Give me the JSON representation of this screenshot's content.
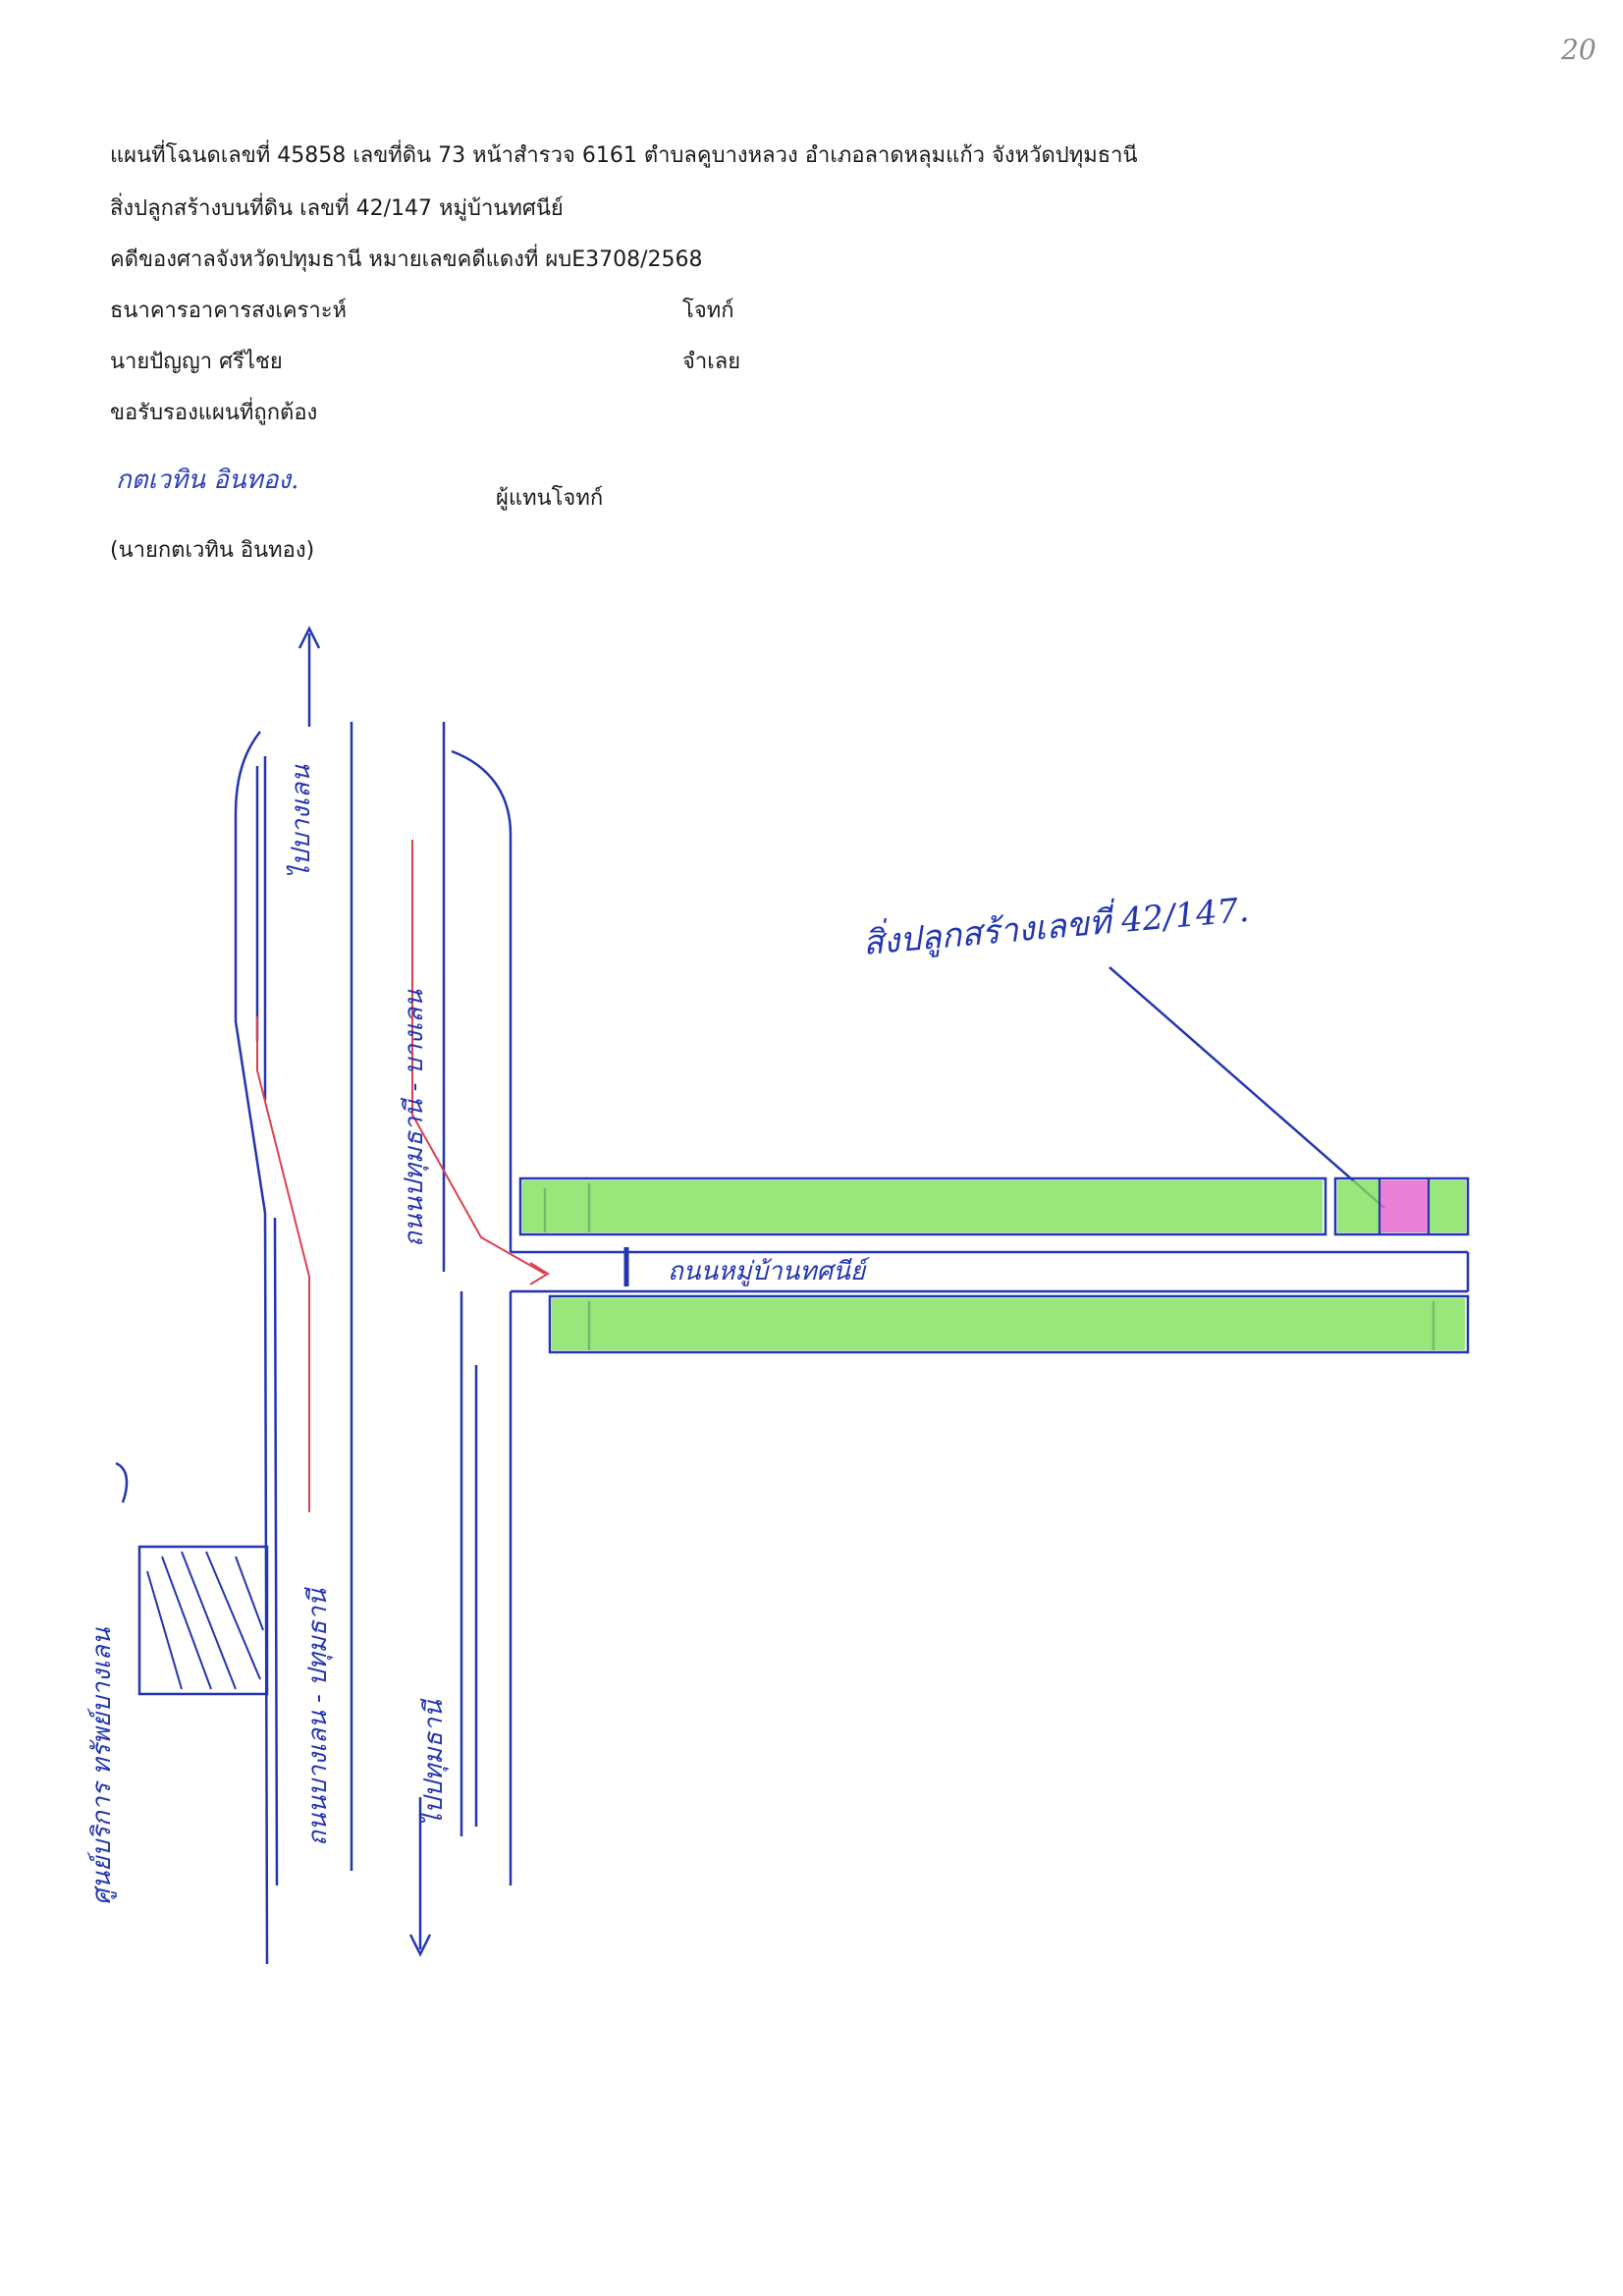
{
  "page_number": "20",
  "header": {
    "line1": "แผนที่โฉนดเลขที่ 45858 เลขที่ดิน 73 หน้าสำรวจ 6161 ตำบลคูบางหลวง อำเภอลาดหลุมแก้ว จังหวัดปทุมธานี",
    "line2": "สิ่งปลูกสร้างบนที่ดิน เลขที่ 42/147  หมู่บ้านทศนีย์",
    "line3": "คดีของศาลจังหวัดปทุมธานี หมายเลขคดีแดงที่ ผบE3708/2568",
    "plaintiff_name": "ธนาคารอาคารสงเคราะห์",
    "plaintiff_role": "โจทก์",
    "defendant_name": "นายปัญญา  ศรีไชย",
    "defendant_role": "จำเลย",
    "certify": "ขอรับรองแผนที่ถูกต้อง"
  },
  "signature": {
    "handwritten": "กตเวทิน  อินทอง.",
    "role": "ผู้แทนโจทก์",
    "printed_name": "(นายกตเวทิน  อินทอง)"
  },
  "map": {
    "building_label": "สิ่งปลูกสร้างเลขที่  42/147.",
    "road_village": "ถนนหมู่บ้านทศนีย์",
    "road_main_upper": "ถนนปทุมธานี - บางเลน",
    "road_main_lower": "ถนนบางเลน - ปทุมธานี",
    "to_north": "ไปบางเลน",
    "to_south": "ไปปทุมธานี",
    "landmark": "ศูนย์บริการ  ทรัพย์บางเลน",
    "colors": {
      "road": "#2335b0",
      "lane": "#d9424f",
      "plot": "#7fe05a",
      "target": "#e86bcf"
    }
  }
}
